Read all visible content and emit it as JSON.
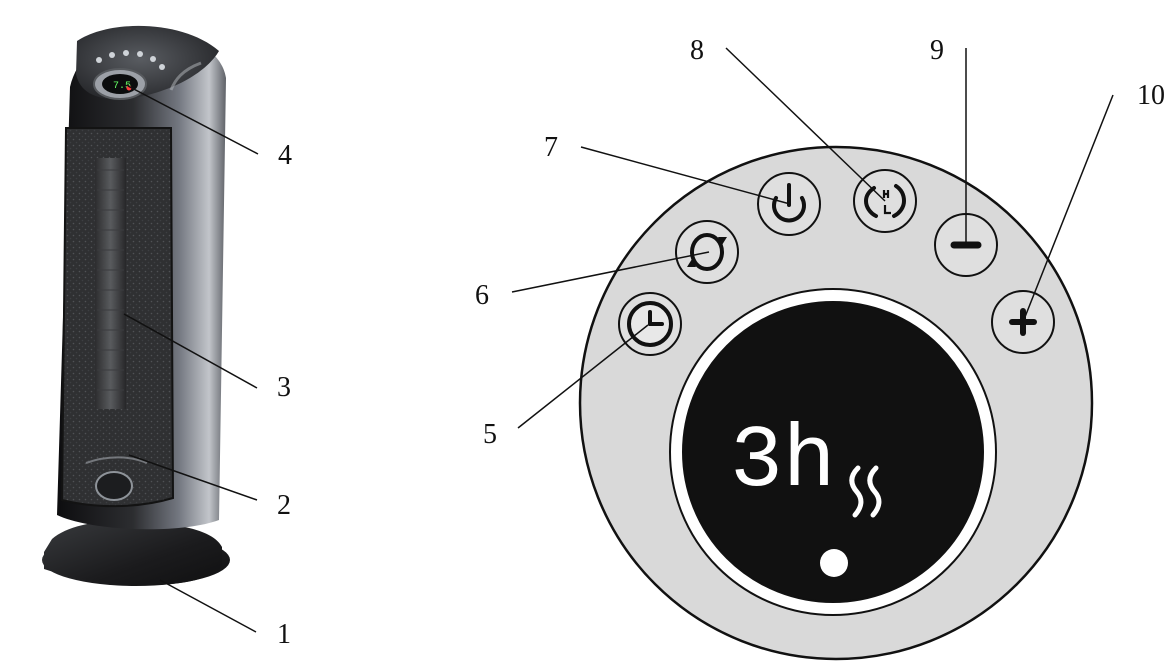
{
  "colors": {
    "heater_body": "#1d1d1f",
    "heater_side": "#8f9298",
    "heater_base": "#232426",
    "panel_ring": "#d9d9d9",
    "display_black": "#111111",
    "display_text": "#ffffff",
    "led_green": "#56ff6b",
    "led_red": "#ff3d3d"
  },
  "device_display": {
    "value": "7.5"
  },
  "callouts": [
    {
      "label": "1"
    },
    {
      "label": "2"
    },
    {
      "label": "3"
    },
    {
      "label": "4"
    },
    {
      "label": "5"
    },
    {
      "label": "6"
    },
    {
      "label": "7"
    },
    {
      "label": "8"
    },
    {
      "label": "9"
    },
    {
      "label": "10"
    }
  ],
  "control_panel": {
    "display_value": "3h",
    "buttons": [
      {
        "name": "timer-button",
        "icon": "clock-icon"
      },
      {
        "name": "oscillation-button",
        "icon": "rotation-icon"
      },
      {
        "name": "power-button",
        "icon": "power-icon"
      },
      {
        "name": "mode-button",
        "icon": "mode-icon"
      },
      {
        "name": "minus-button",
        "icon": "minus-icon"
      },
      {
        "name": "plus-button",
        "icon": "plus-icon"
      }
    ]
  }
}
